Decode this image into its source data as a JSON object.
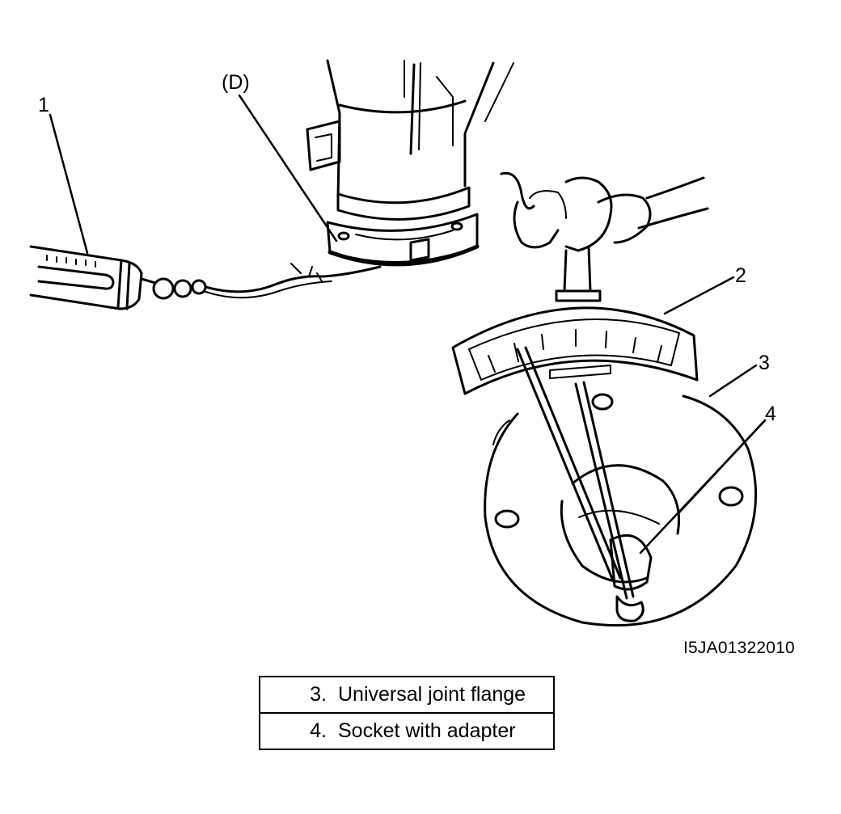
{
  "callouts": {
    "c1": "1",
    "cD": "(D)",
    "c2": "2",
    "c3": "3",
    "c4": "4"
  },
  "figure_code": "I5JA01322010",
  "legend": [
    {
      "num": "3.",
      "text": "Universal joint flange"
    },
    {
      "num": "4.",
      "text": "Socket with adapter"
    }
  ],
  "icons": [
    "spring-scale-icon",
    "differential-housing-icon",
    "torque-wrench-icon",
    "flange-icon",
    "hand-icon"
  ]
}
